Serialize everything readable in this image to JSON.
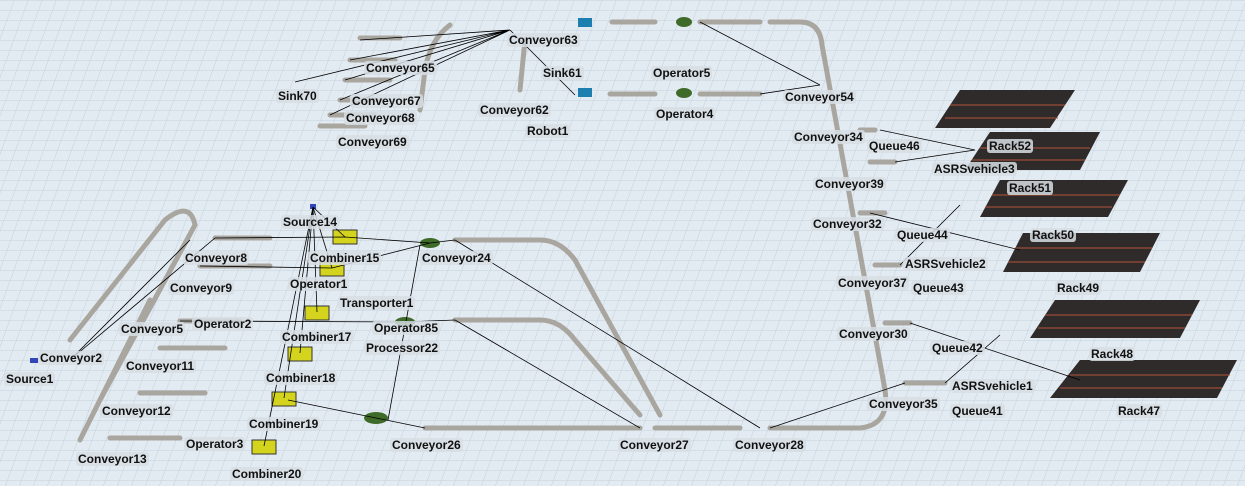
{
  "view": {
    "title": "3D Model View"
  },
  "colors": {
    "floor": "#e3ebf2",
    "grid": "#c3cfdb",
    "conveyor": "#a9a6a0",
    "rack": "#2e2b2a",
    "rack_stripe": "#b5553a",
    "combiner": "#d4d41e",
    "operator": "#3f6b2a"
  },
  "objects": [
    "Conveyor63",
    "Operator5",
    "Conveyor65",
    "Sink61",
    "Sink70",
    "Conveyor67",
    "Conveyor68",
    "Conveyor62",
    "Robot1",
    "Operator4",
    "Conveyor54",
    "Conveyor69",
    "Conveyor34",
    "Queue46",
    "Rack52",
    "ASRSvehicle3",
    "Conveyor39",
    "Rack51",
    "Conveyor32",
    "Queue44",
    "Rack50",
    "ASRSvehicle2",
    "Conveyor37",
    "Queue43",
    "Rack49",
    "Conveyor30",
    "Queue42",
    "Rack48",
    "ASRSvehicle1",
    "Conveyor35",
    "Queue41",
    "Rack47",
    "Source14",
    "Combiner15",
    "Conveyor24",
    "Conveyor8",
    "Operator1",
    "Conveyor9",
    "Transporter1",
    "Operator2",
    "Conveyor5",
    "Operator85",
    "Combiner17",
    "Processor22",
    "Conveyor2",
    "Conveyor11",
    "Source1",
    "Combiner18",
    "Conveyor12",
    "Combiner19",
    "Operator3",
    "Conveyor26",
    "Conveyor27",
    "Conveyor28",
    "Conveyor13",
    "Combiner20"
  ]
}
